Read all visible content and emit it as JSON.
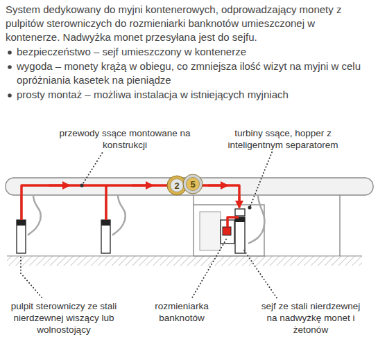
{
  "diagram": {
    "nodes": [
      {
        "text": [
          "2"
        ]
      },
      {
        "text": [
          "5"
        ]
      }
    ],
    "labels": [
      "System dedykowany do myjni kontenerowych, odprowadzający monety z pulpitów sterowniczych do rozmieniarki banknotów umieszczonej w kontenerze. Nadwyżka monet przesyłana jest do sejfu.",
      "bezpieczeństwo – sejf umieszczony w kontenerze",
      "wygoda – monety krążą w obiegu, co zmniejsza ilość wizyt na myjni w celu opróżniania kasetek na pieniądze",
      "prosty montaż – możliwa instalacja w istniejących myjniach",
      "przewody ssące montowane na konstrukcji",
      "turbiny ssące, hopper z inteligentnym separatorem",
      "pulpit sterowniczy ze stali nierdzewnej wiszący lub wolnostojący",
      "rozmieniarka banknotów",
      "sejf ze stali nierdzewnej na nadwyżkę monet i żetonów"
    ]
  }
}
